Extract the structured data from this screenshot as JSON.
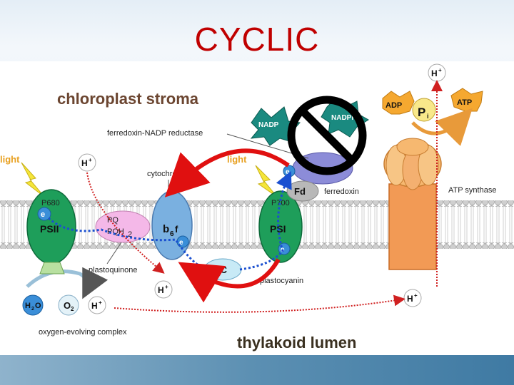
{
  "title": "CYCLIC",
  "regions": {
    "stroma": "chloroplast stroma",
    "lumen": "thylakoid lumen"
  },
  "labels": {
    "fnr": "ferredoxin-NADP reductase",
    "cytochrome": "cytochrome",
    "ferredoxin": "ferredoxin",
    "atp_synthase": "ATP synthase",
    "plastoquinone": "plastoquinone",
    "plastocyanin": "plastocyanin",
    "oec": "oxygen-evolving complex",
    "light1": "light",
    "light2": "light"
  },
  "complexes": {
    "psii_name": "PSII",
    "psii_center": "P680",
    "psi_name": "PSI",
    "psi_center": "P700",
    "pq": "PQ",
    "pqh2": "PQH",
    "pqh2_sub": "2",
    "b6f": "b",
    "b6f_sub": "6",
    "b6f_suffix": "f",
    "fd": "Fd",
    "pc": "PC"
  },
  "molecules": {
    "electron": "e",
    "electron_sup": "-",
    "proton": "H",
    "proton_sup": "+",
    "water": "H",
    "water_sub": "2",
    "water_tail": "O",
    "oxygen": "O",
    "oxygen_sub": "2",
    "nadp": "NADP",
    "nadph": "NADPH",
    "adp": "ADP",
    "pi": "P",
    "pi_sub": "i",
    "atp": "ATP"
  },
  "colors": {
    "title": "#c00000",
    "photosystem": "#1e9e5a",
    "b6f": "#7ab0e0",
    "pq": "#f4b8e8",
    "atp_synthase": "#f4a860",
    "cyclic_arrow": "#e01010",
    "electron": "#3a8ed8",
    "membrane_head": "#c8c8c8"
  }
}
